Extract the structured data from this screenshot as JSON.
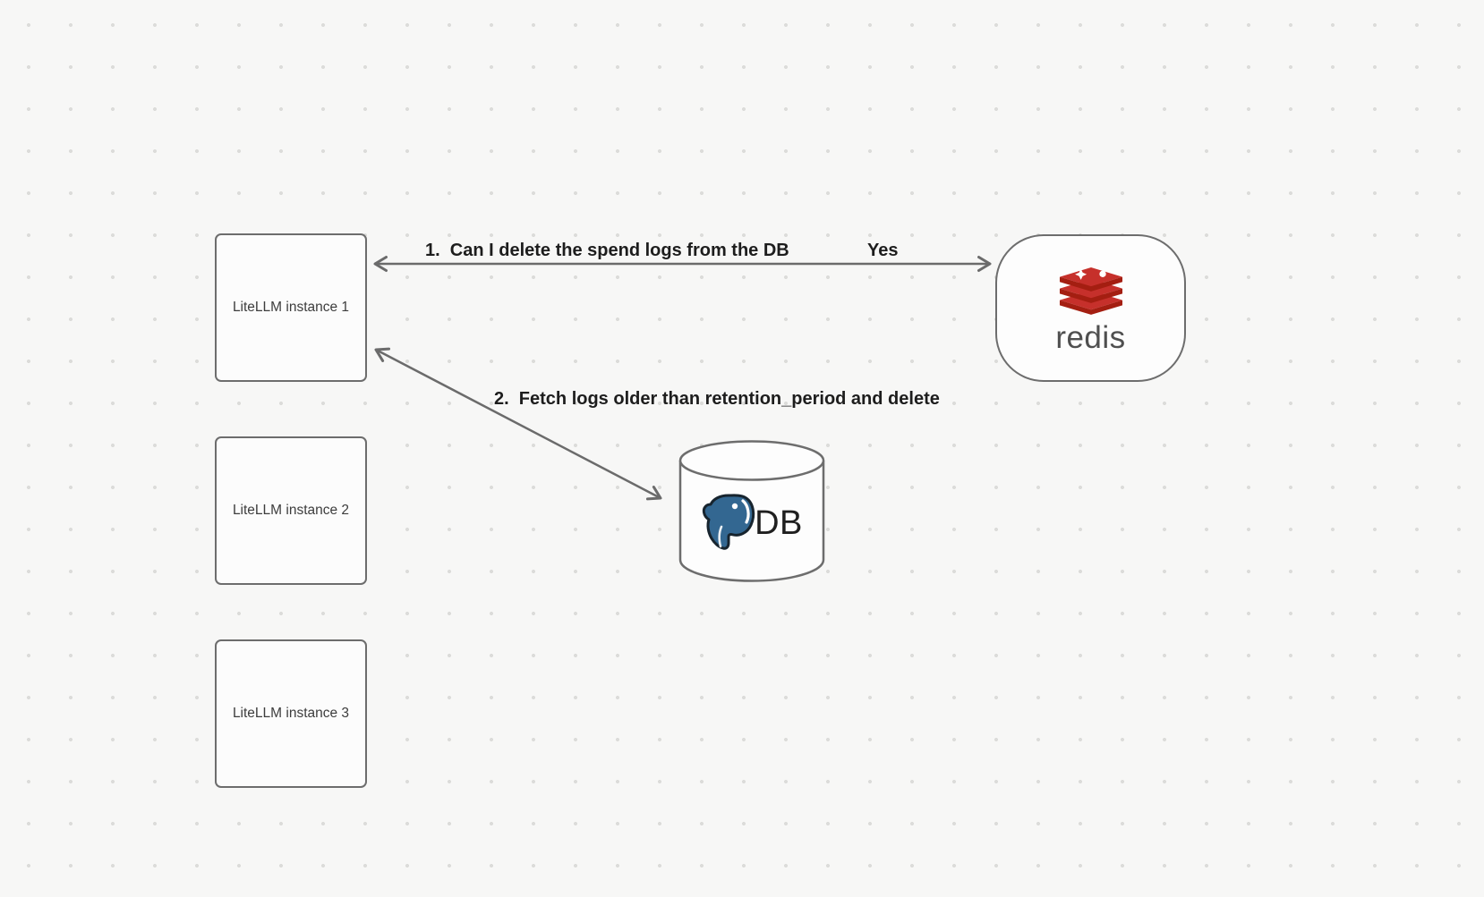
{
  "diagram": {
    "nodes": {
      "instance1": {
        "label": "LiteLLM instance 1"
      },
      "instance2": {
        "label": "LiteLLM instance 2"
      },
      "instance3": {
        "label": "LiteLLM instance 3"
      },
      "redis": {
        "wordmark": "redis"
      },
      "db": {
        "label": "DB"
      }
    },
    "edges": {
      "edge1": {
        "label": "1.  Can I delete the spend logs from the DB",
        "response": "Yes"
      },
      "edge2": {
        "label": "2.  Fetch logs older than retention_period and delete"
      }
    },
    "colors": {
      "background": "#f7f7f6",
      "dot_grid": "#dcdcda",
      "node_border": "#6d6d6d",
      "node_fill": "#fdfdfd",
      "arrow": "#6b6b6b",
      "label_text": "#1d1d1d",
      "node_text": "#3d3d3d",
      "redis_red": "#C6302B",
      "redis_dark_red": "#A41E11",
      "redis_wordmark_gray": "#4f4f4f",
      "postgres_blue": "#336791",
      "db_text": "#1f1f1f"
    }
  }
}
